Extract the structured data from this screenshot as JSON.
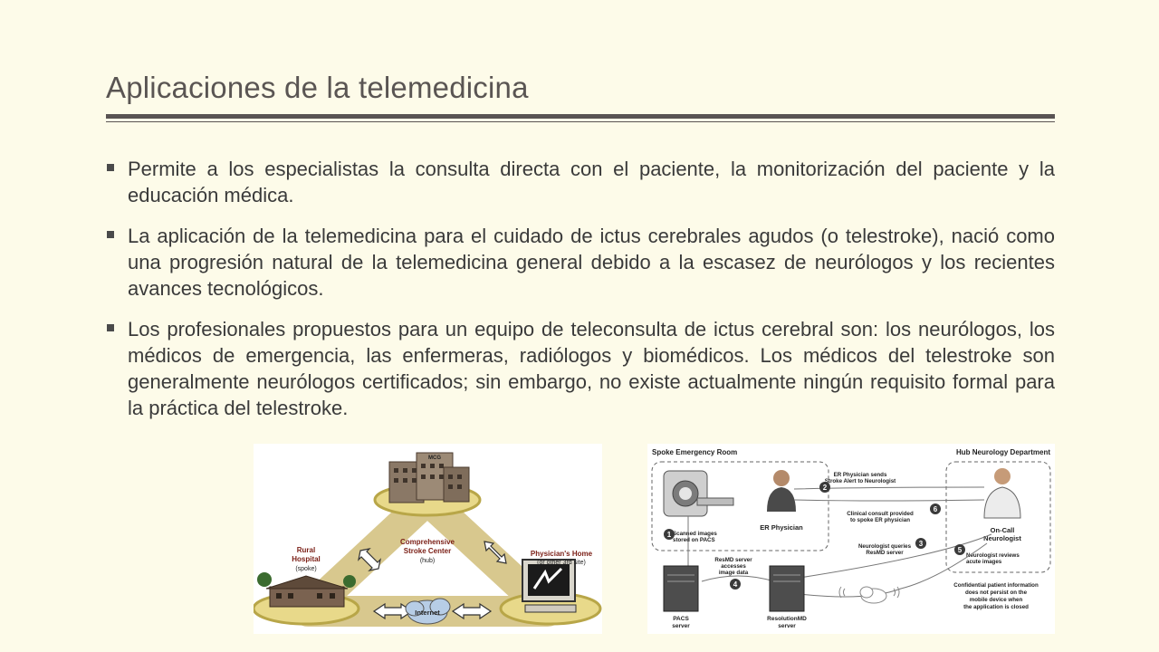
{
  "slide": {
    "title": "Aplicaciones de la telemedicina",
    "bullets": [
      "Permite a los especialistas la consulta directa con el paciente, la monitorización del paciente y la educación médica.",
      "La aplicación de la telemedicina para el cuidado de ictus cerebrales agudos (o telestroke), nació como una progresión natural de la telemedicina general debido a la escasez de neurólogos y los recientes avances tecnológicos.",
      "Los profesionales propuestos para un equipo de teleconsulta de ictus cerebral son: los neurólogos, los médicos de emergencia, las enfermeras, radiólogos y biomédicos. Los médicos del telestroke son generalmente neurólogos certificados; sin embargo, no existe actualmente ningún requisito formal para la práctica del telestroke."
    ]
  },
  "figure_left": {
    "hub_line1": "Comprehensive",
    "hub_line2": "Stroke Center",
    "hub_sub": "(hub)",
    "spoke_line1": "Rural",
    "spoke_line2": "Hospital",
    "spoke_sub": "(spoke)",
    "home_label": "Physician's Home",
    "home_sub": "(or other 3rd site)",
    "internet_label": "Internet",
    "building_sign": "MCG"
  },
  "figure_right": {
    "spoke_room": "Spoke Emergency Room",
    "hub_dept": "Hub Neurology Department",
    "step1": "Scanned images stored on PACS",
    "step1_a": "Scanned images",
    "step1_b": "stored on PACS",
    "step2_a": "ER Physician sends",
    "step2_b": "Stroke Alert to Neurologist",
    "step6_a": "Clinical consult provided",
    "step6_b": "to spoke ER physician",
    "step3_a": "Neurologist queries",
    "step3_b": "ResMD server",
    "step4_a": "ResMD server",
    "step4_b": "accesses",
    "step4_c": "image data",
    "step5_a": "Neurologist reviews",
    "step5_b": "acute images",
    "er_physician": "ER Physician",
    "oncall_a": "On-Call",
    "oncall_b": "Neurologist",
    "pacs_a": "PACS",
    "pacs_b": "server",
    "resmd_a": "ResolutionMD",
    "resmd_b": "server",
    "conf_a": "Confidential patient information",
    "conf_b": "does not persist on the",
    "conf_c": "mobile device when",
    "conf_d": "the application is closed",
    "n1": "1",
    "n2": "2",
    "n3": "3",
    "n4": "4",
    "n5": "5",
    "n6": "6"
  }
}
